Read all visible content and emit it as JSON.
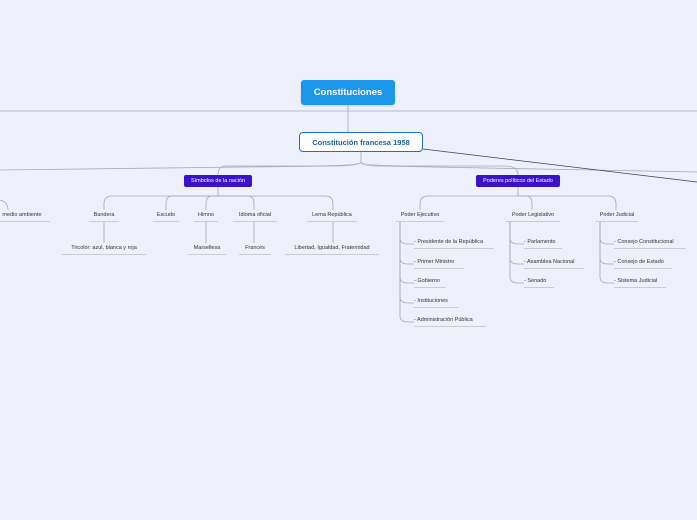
{
  "map": {
    "root": "Constituciones",
    "main": "Constitución francesa 1958",
    "partial_left": "medio ambiente",
    "symbols": {
      "title": "Símbolos de la nación",
      "children": [
        {
          "label": "Bandera",
          "leaf": "Tricolor: azul, blanca y roja"
        },
        {
          "label": "Escudo"
        },
        {
          "label": "Himno",
          "leaf": "Marsellesa"
        },
        {
          "label": "Idioma oficial",
          "leaf": "Francés"
        },
        {
          "label": "Lema República",
          "leaf": "Libertad, Igualdad, Fraternidad"
        }
      ]
    },
    "powers": {
      "title": "Poderes políticos del Estado",
      "branches": [
        {
          "label": "Poder Ejecutivo",
          "items": [
            "- Presidente de la República",
            "- Primer Ministro",
            "- Gobierno",
            "- Instituciones",
            "- Administración Pública"
          ]
        },
        {
          "label": "Poder Legislativo",
          "items": [
            "- Parlamento",
            "- Asamblea Nacional",
            "- Senado"
          ]
        },
        {
          "label": "Poder Judicial",
          "items": [
            "- Consejo Constitucional",
            "- Consejo de Estado",
            "- Sistema Judicial"
          ]
        }
      ]
    }
  }
}
